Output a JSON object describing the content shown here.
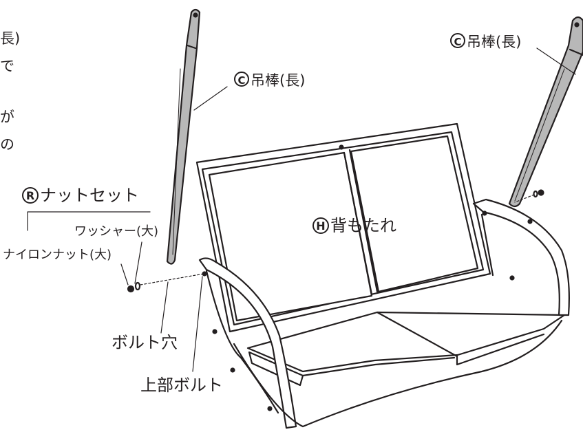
{
  "labels": {
    "partial_top": "長)",
    "partial_line2": "で",
    "partial_line3": "が",
    "partial_line4": "の",
    "rod_left": {
      "letter": "C",
      "text": "吊棒(長)"
    },
    "rod_right": {
      "letter": "C",
      "text": "吊棒(長)"
    },
    "nut_set": {
      "letter": "R",
      "text": "ナットセット"
    },
    "washer": "ワッシャー(大)",
    "nylon_nut": "ナイロンナット(大)",
    "backrest": {
      "letter": "H",
      "text": "背もたれ"
    },
    "bolt_hole": "ボルト穴",
    "top_bolt": "上部ボルト"
  },
  "colors": {
    "line": "#231f20",
    "rod_fill": "#b8b8b8",
    "cushion_fill": "#ffffff"
  }
}
